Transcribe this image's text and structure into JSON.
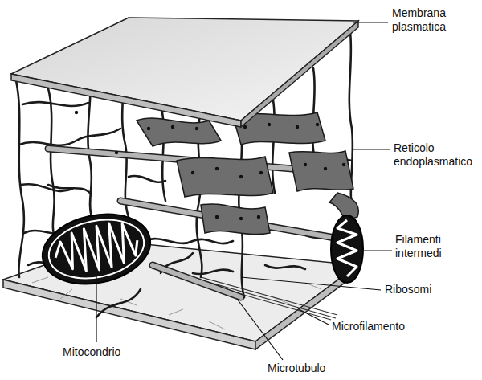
{
  "diagram": {
    "labels": [
      "Membrana plasmatica",
      "Reticolo endoplasmatico",
      "Filamenti intermedi",
      "Ribosomi",
      "Microfilamento",
      "Mitocondrio",
      "Microtubulo"
    ]
  }
}
